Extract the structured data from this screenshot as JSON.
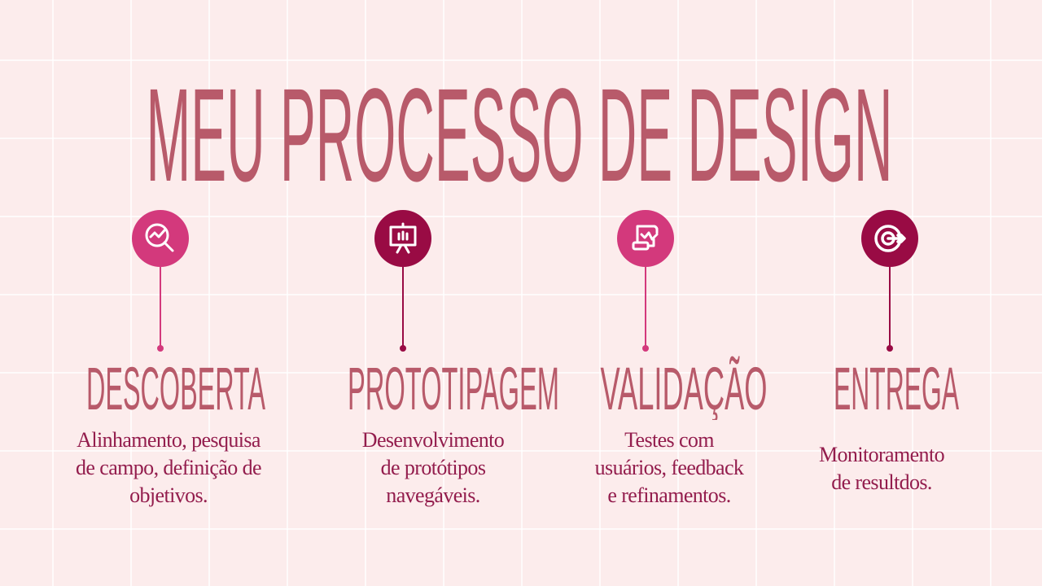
{
  "title": "MEU PROCESSO DE DESIGN",
  "colors": {
    "background": "#fcecec",
    "title": "#b85a6a",
    "pink": "#d3397c",
    "dark": "#990b44",
    "description": "#931d4d"
  },
  "steps": [
    {
      "icon": "search-chart-icon",
      "heading": "DESCOBERTA",
      "lines": [
        "Alinhamento, pesquisa",
        "de campo, definição de",
        "objetivos."
      ]
    },
    {
      "icon": "presentation-board-icon",
      "heading": "PROTOTIPAGEM",
      "lines": [
        "Desenvolvimento",
        "de protótipos",
        "navegáveis."
      ]
    },
    {
      "icon": "report-check-icon",
      "heading": "VALIDAÇÃO",
      "lines": [
        "Testes com",
        "usuários, feedback",
        "e refinamentos."
      ]
    },
    {
      "icon": "target-arrow-icon",
      "heading": "ENTREGA",
      "lines": [
        "Monitoramento",
        "de resultdos."
      ]
    }
  ]
}
